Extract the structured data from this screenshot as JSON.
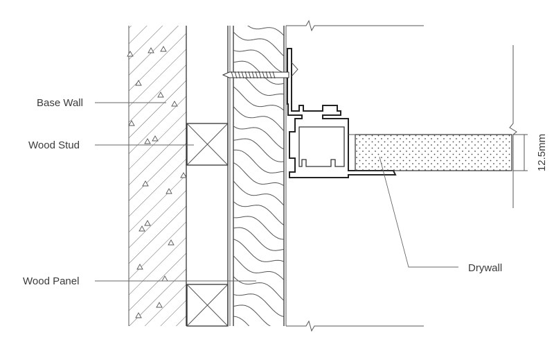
{
  "labels": {
    "base_wall": "Base Wall",
    "wood_stud": "Wood Stud",
    "wood_panel": "Wood Panel",
    "drywall": "Drywall",
    "thickness": "12.5mm"
  },
  "colors": {
    "line": "#333333",
    "text": "#3a3a3a",
    "background": "#ffffff"
  }
}
